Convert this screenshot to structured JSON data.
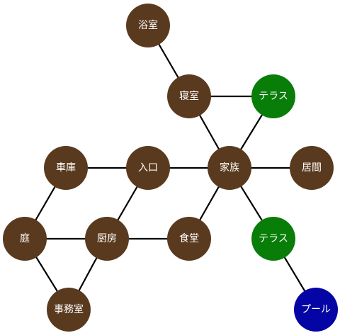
{
  "colors": {
    "room": "#5a3a1e",
    "outdoor": "#087d08",
    "water": "#0505a5",
    "edge": "#000000",
    "label": "#ffffff"
  },
  "nodes": [
    {
      "id": "bath",
      "label": "浴室",
      "kind": "room"
    },
    {
      "id": "bedroom",
      "label": "寝室",
      "kind": "room"
    },
    {
      "id": "terrace-top",
      "label": "テラス",
      "kind": "outdoor"
    },
    {
      "id": "garage",
      "label": "車庫",
      "kind": "room"
    },
    {
      "id": "entrance",
      "label": "入口",
      "kind": "room"
    },
    {
      "id": "family",
      "label": "家族",
      "kind": "room"
    },
    {
      "id": "living",
      "label": "居間",
      "kind": "room"
    },
    {
      "id": "garden",
      "label": "庭",
      "kind": "room"
    },
    {
      "id": "kitchen",
      "label": "厨房",
      "kind": "room"
    },
    {
      "id": "dining",
      "label": "食堂",
      "kind": "room"
    },
    {
      "id": "terrace-bottom",
      "label": "テラス",
      "kind": "outdoor"
    },
    {
      "id": "office",
      "label": "事務室",
      "kind": "room"
    },
    {
      "id": "pool",
      "label": "プール",
      "kind": "water"
    }
  ],
  "edges": [
    [
      "bath",
      "bedroom"
    ],
    [
      "bedroom",
      "terrace-top"
    ],
    [
      "bedroom",
      "family"
    ],
    [
      "terrace-top",
      "family"
    ],
    [
      "garage",
      "entrance"
    ],
    [
      "entrance",
      "family"
    ],
    [
      "family",
      "living"
    ],
    [
      "garage",
      "garden"
    ],
    [
      "entrance",
      "kitchen"
    ],
    [
      "family",
      "dining"
    ],
    [
      "family",
      "terrace-bottom"
    ],
    [
      "garden",
      "kitchen"
    ],
    [
      "kitchen",
      "dining"
    ],
    [
      "garden",
      "office"
    ],
    [
      "kitchen",
      "office"
    ],
    [
      "terrace-bottom",
      "pool"
    ]
  ]
}
